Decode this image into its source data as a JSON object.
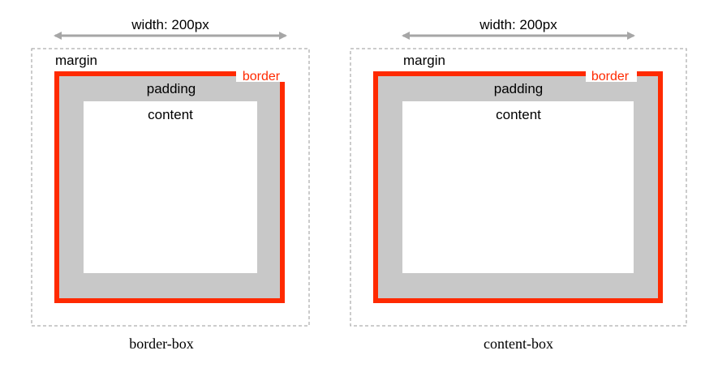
{
  "colors": {
    "border": "#ff2a00",
    "padding": "#c8c8c8",
    "content": "#ffffff",
    "margin_outline": "#999999",
    "arrow": "#a6a6a6",
    "text": "#000000",
    "border_label": "#ff2a00"
  },
  "diagrams": [
    {
      "id": "border-box",
      "width_label": "width: 200px",
      "margin_label": "margin",
      "border_label": "border",
      "padding_label": "padding",
      "content_label": "content",
      "caption": "border-box"
    },
    {
      "id": "content-box",
      "width_label": "width: 200px",
      "margin_label": "margin",
      "border_label": "border",
      "padding_label": "padding",
      "content_label": "content",
      "caption": "content-box"
    }
  ]
}
